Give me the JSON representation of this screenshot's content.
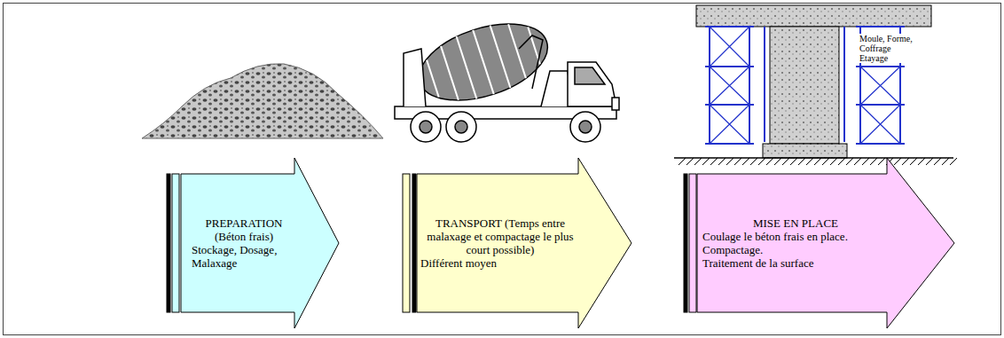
{
  "diagram": {
    "nodes": [
      {
        "text": [
          "PREPARATION (Béton frais)",
          "Stockage, Dosage, Malaxage"
        ]
      },
      {
        "text": [
          "TRANSPORT (Temps entre malaxage et compactage le plus court possible)",
          "Différent moyen"
        ]
      },
      {
        "text": [
          "MISE EN PLACE",
          "Coulage le béton frais en place.",
          "Compactage.",
          "Traitement de la surface"
        ]
      }
    ],
    "labels": [
      "Moule, Forme, Coffrage Etayage"
    ]
  }
}
